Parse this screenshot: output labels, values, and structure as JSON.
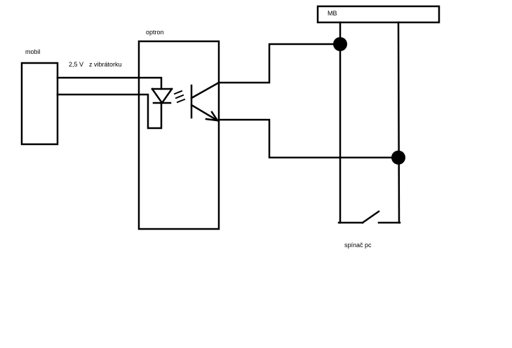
{
  "labels": {
    "mobil": "mobil",
    "voltage": "2,5 V",
    "vibrator": "z vibrátorku",
    "optron": "optron",
    "mb": "MB",
    "switch": "spínač pc"
  },
  "colors": {
    "stroke": "#000000",
    "background": "#ffffff"
  }
}
